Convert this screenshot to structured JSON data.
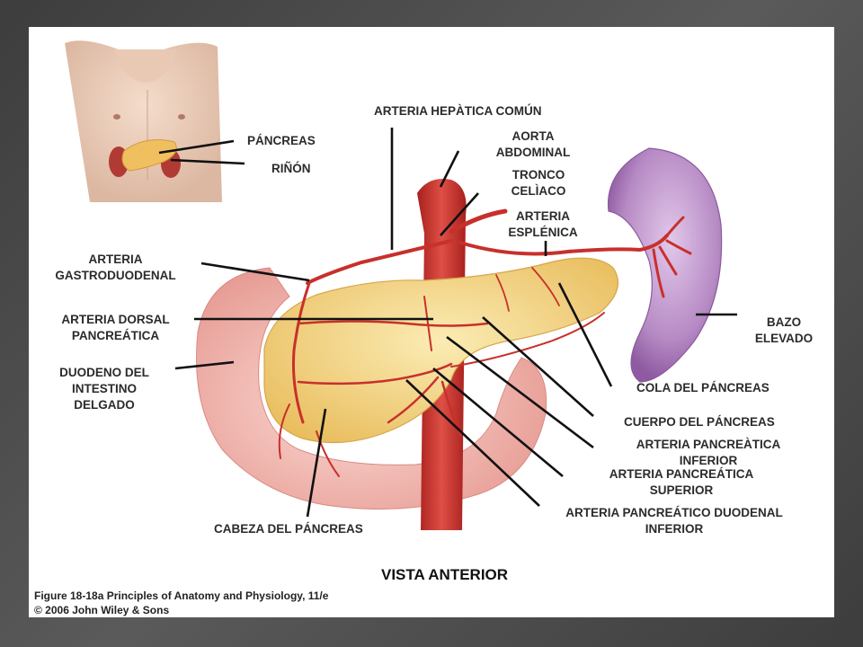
{
  "labels": {
    "hepatic_common": "ARTERIA HEPÀTICA COMÚN",
    "pancreas": "PÁNCREAS",
    "kidney": "RIÑÓN",
    "aorta_1": "AORTA",
    "aorta_2": "ABDOMINAL",
    "celiac_1": "TRONCO",
    "celiac_2": "CELÌACO",
    "splenic_1": "ARTERIA",
    "splenic_2": "ESPLÉNICA",
    "gastroduodenal_1": "ARTERIA",
    "gastroduodenal_2": "GASTRODUODENAL",
    "dorsal_1": "ARTERIA DORSAL",
    "dorsal_2": "PANCREÁTICA",
    "duodenum_1": "DUODENO DEL",
    "duodenum_2": "INTESTINO",
    "duodenum_3": "DELGADO",
    "spleen_1": "BAZO",
    "spleen_2": "ELEVADO",
    "tail": "COLA DEL PÁNCREAS",
    "body": "CUERPO DEL PÁNCREAS",
    "inf_pan_1": "ARTERIA PANCREÀTICA",
    "inf_pan_2": "INFERIOR",
    "sup_pan_1": "ARTERIA PANCREÁTICA",
    "sup_pan_2": "SUPERIOR",
    "inf_pd_1": "ARTERIA PANCREÁTICO DUODENAL",
    "inf_pd_2": "INFERIOR",
    "head": "CABEZA DEL PÁNCREAS"
  },
  "view_title": "VISTA ANTERIOR",
  "credit": {
    "line1": "Figure 18-18a  Principles of Anatomy and Physiology, 11/e",
    "line2": "© 2006 John Wiley & Sons"
  },
  "colors": {
    "artery": "#c8302b",
    "pancreas": "#f2d27a",
    "spleen": "#a577b5",
    "duodenum": "#f2b4ac",
    "leader": "#111111"
  }
}
